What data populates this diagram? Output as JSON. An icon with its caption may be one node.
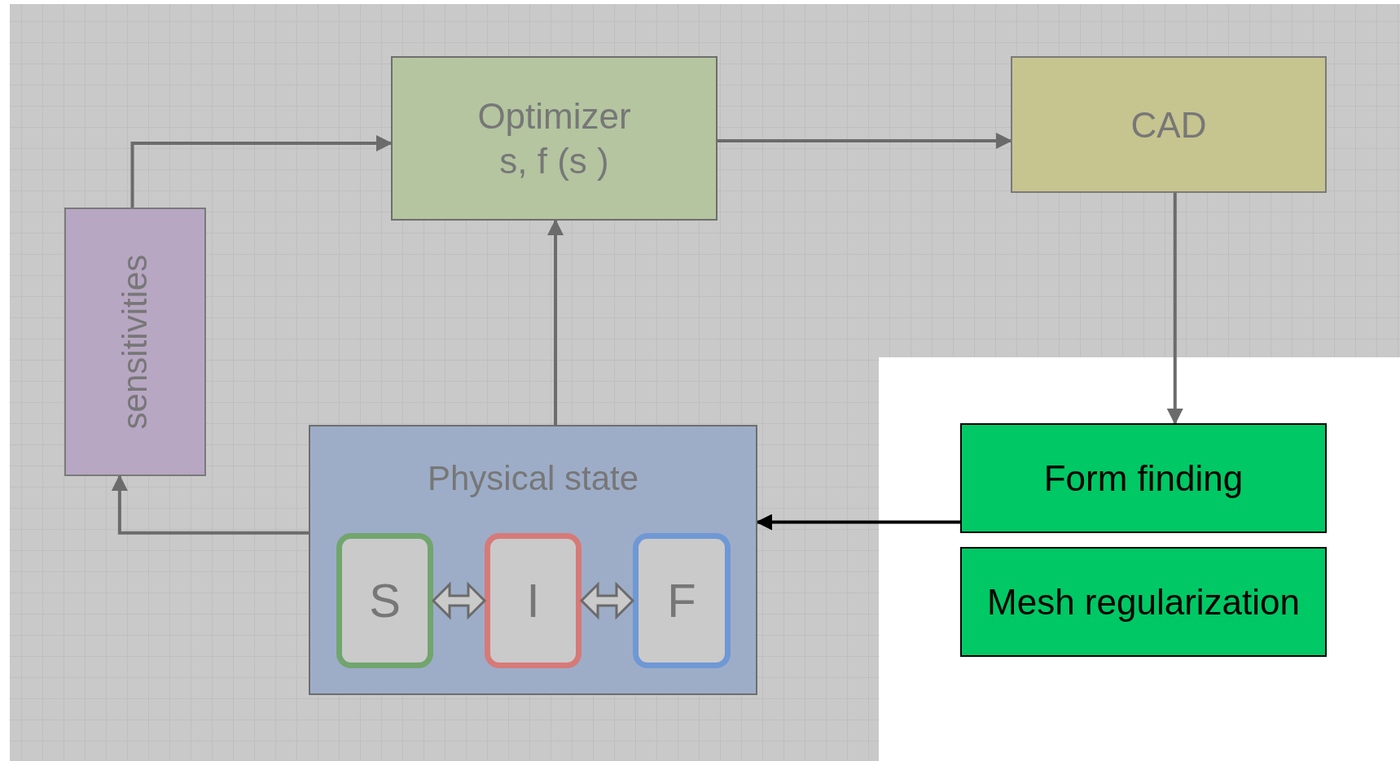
{
  "diagram": {
    "nodes": [
      {
        "text": [
          "Optimizer",
          "s, f (s )"
        ]
      },
      {
        "text": [
          "CAD"
        ]
      },
      {
        "text": [
          "sensitivities"
        ]
      },
      {
        "text": [
          "Physical state"
        ]
      },
      {
        "text": [
          "S"
        ],
        "in": 3
      },
      {
        "text": [
          "I"
        ],
        "in": 3
      },
      {
        "text": [
          "F"
        ],
        "in": 3
      },
      {
        "text": [
          "Form finding"
        ]
      },
      {
        "text": [
          "Mesh regularization"
        ]
      }
    ],
    "edges": [
      {
        "from": 2,
        "to": 0,
        "arrow": "to"
      },
      {
        "from": 0,
        "to": 1,
        "arrow": "to"
      },
      {
        "from": 1,
        "to": 7,
        "arrow": "to"
      },
      {
        "from": 7,
        "to": 3,
        "arrow": "to",
        "color": "#000000"
      },
      {
        "from": 3,
        "to": 0,
        "arrow": "to"
      },
      {
        "from": 3,
        "to": 2,
        "arrow": "to"
      },
      {
        "from": 4,
        "to": 5,
        "arrow": "both"
      },
      {
        "from": 5,
        "to": 6,
        "arrow": "both"
      }
    ]
  }
}
